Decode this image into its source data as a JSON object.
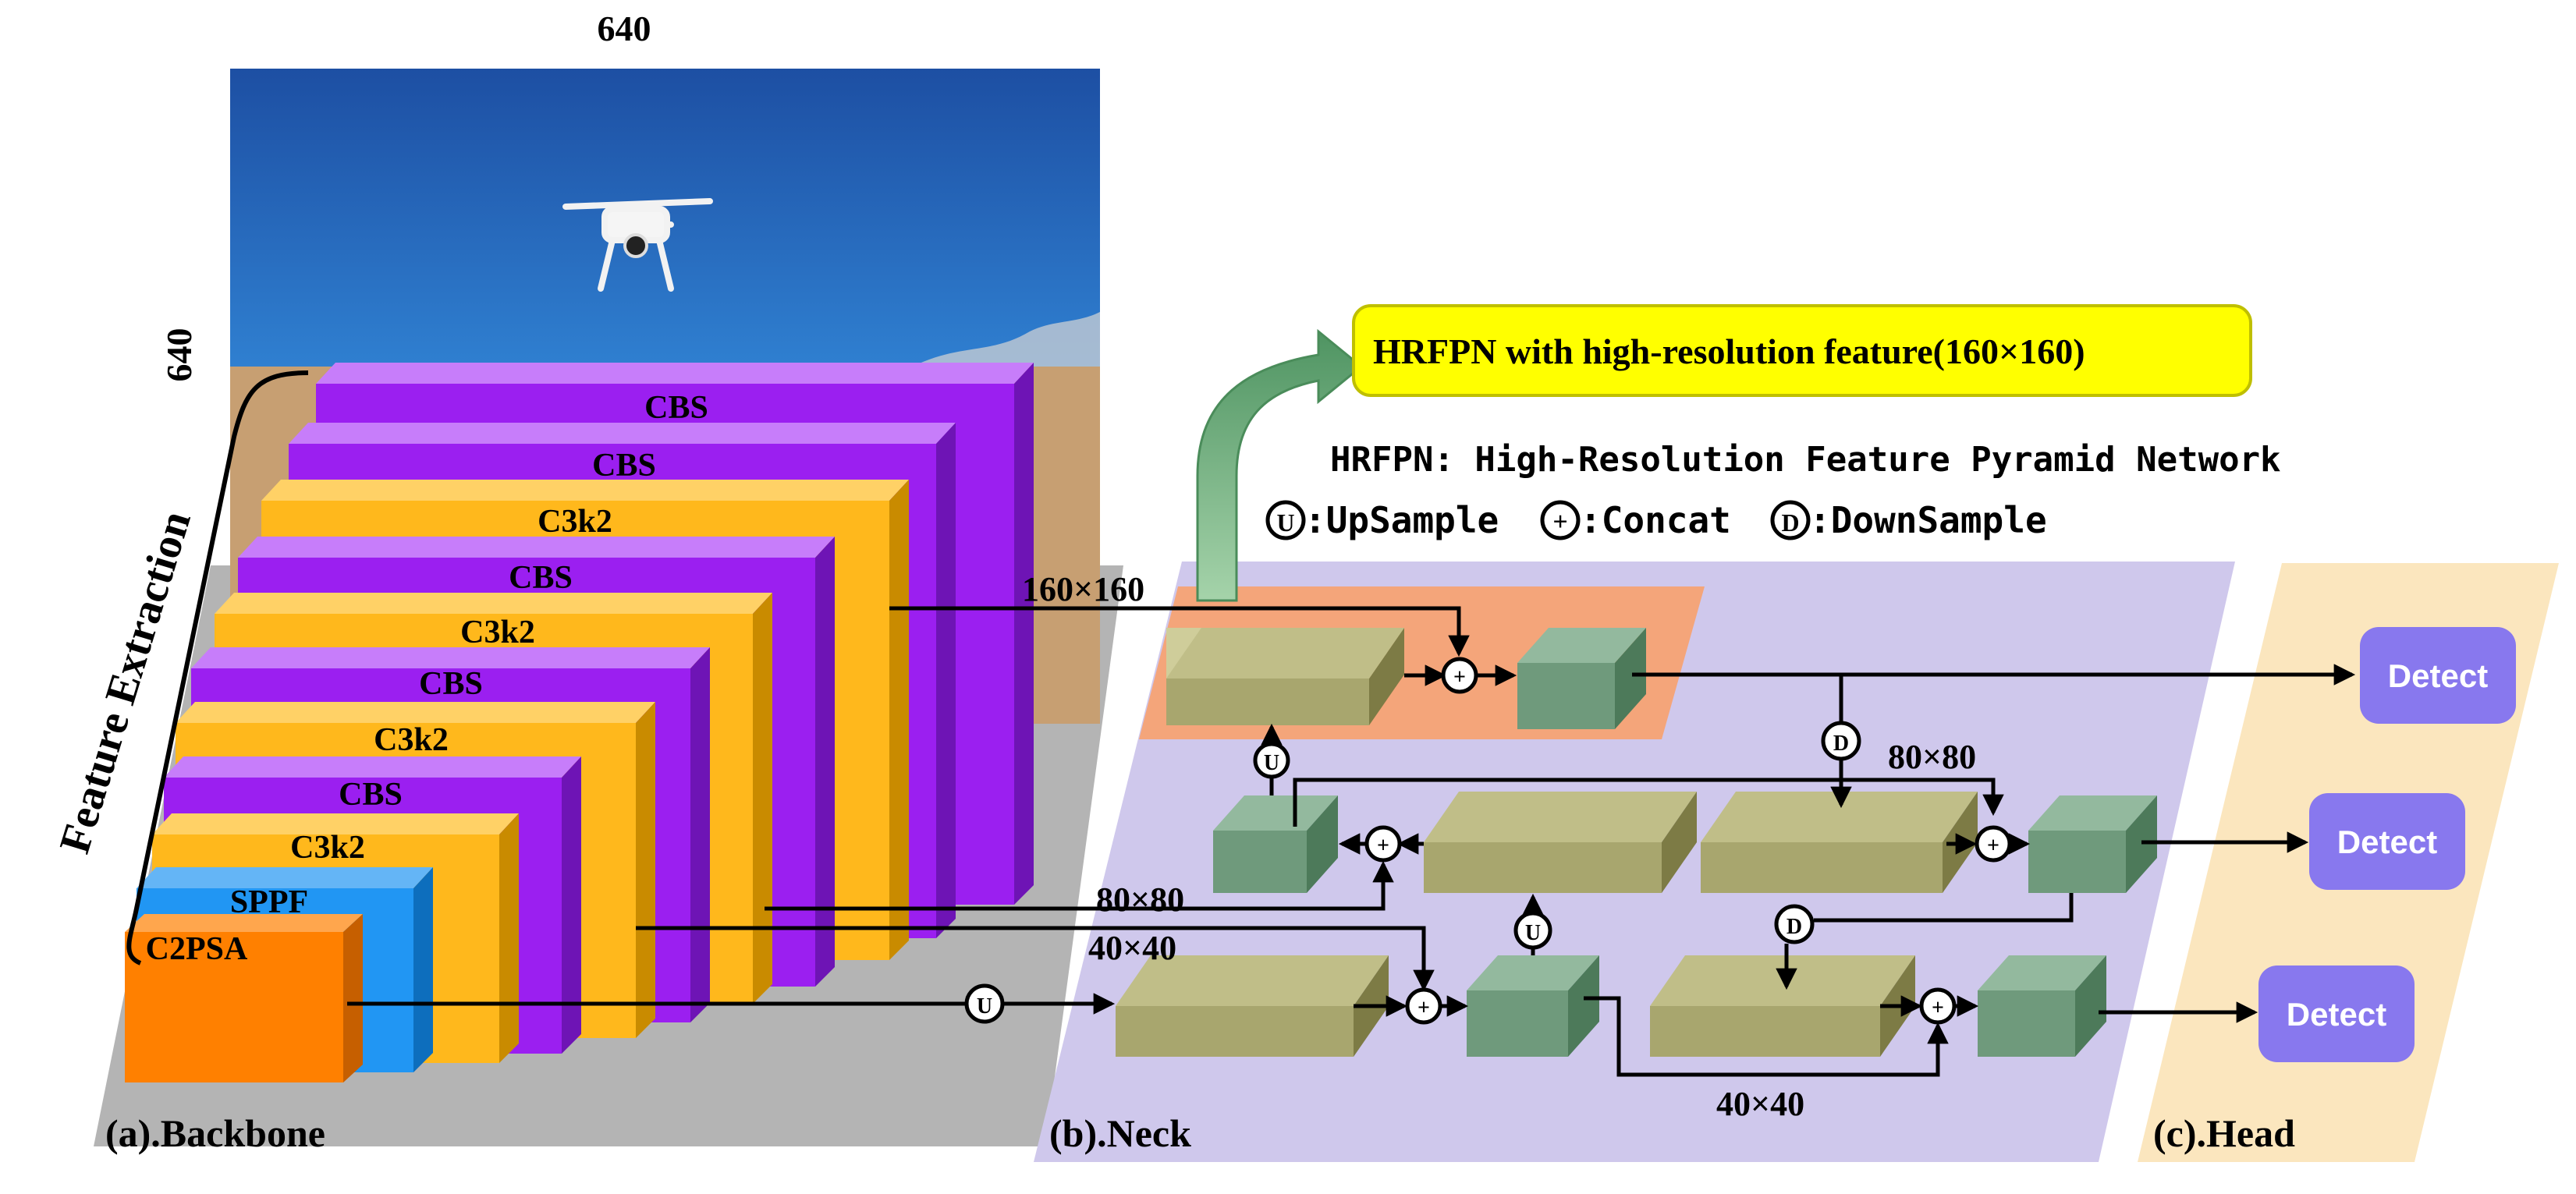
{
  "image_size": {
    "width_label": "640",
    "height_label": "640"
  },
  "backbone": {
    "section_label": "(a).Backbone",
    "feature_extraction_label": "Feature Extraction",
    "layers": [
      "CBS",
      "CBS",
      "C3k2",
      "CBS",
      "C3k2",
      "CBS",
      "C3k2",
      "CBS",
      "C3k2",
      "SPPF",
      "C2PSA"
    ]
  },
  "neck": {
    "section_label": "(b).Neck",
    "hrfpn_callout": "HRFPN with high-resolution feature(160×160)",
    "hrfpn_definition": "HRFPN: High-Resolution Feature Pyramid Network",
    "legend": {
      "upsample_symbol": "U",
      "upsample_label": ":UpSample",
      "concat_symbol": "+",
      "concat_label": ":Concat",
      "downsample_symbol": "D",
      "downsample_label": ":DownSample"
    },
    "resolutions": {
      "r160": "160×160",
      "r80_left": "80×80",
      "r40_left": "40×40",
      "r80_right": "80×80",
      "r40_bottom": "40×40"
    }
  },
  "head": {
    "section_label": "(c).Head",
    "detect_labels": [
      "Detect",
      "Detect",
      "Detect"
    ]
  },
  "colors": {
    "cbs_purple": "#9b1ff0",
    "c3k2_orange": "#ffb81c",
    "sppf_blue": "#2196f3",
    "c2psa_orange": "#ff8000",
    "neck_bg": "#cfc8ec",
    "head_bg": "#fbe6be",
    "hrfpn_bg": "#f4a57a",
    "callout_yellow": "#ffff00",
    "detect_purple": "#8878ee",
    "olive_block": "#a8a66e",
    "green_block": "#6f9a7c",
    "arrow_green": "#5fa372"
  }
}
